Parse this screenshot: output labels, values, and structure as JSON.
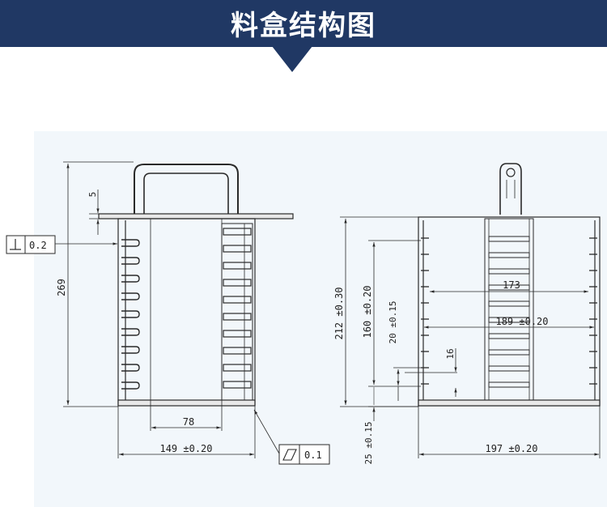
{
  "header": {
    "title": "料盒结构图",
    "bg_color": "#203864"
  },
  "drawing": {
    "line_color": "#2a2a2a",
    "sheet_color": "#f2f7fb",
    "front_view": {
      "total_height": "269",
      "top_offset": "5",
      "inner_width": "78",
      "overall_width": "149 ±0.20",
      "perpendicularity": "0.2",
      "flatness": "0.1"
    },
    "side_view": {
      "overall_height": "212 ±0.30",
      "slot_span": "160 ±0.20",
      "pitch": "20 ±0.15",
      "slot_width": "16",
      "bottom_offset": "25 ±0.15",
      "inner_width": "173",
      "mid_width": "189 ±0.20",
      "overall_width": "197 ±0.20"
    }
  }
}
